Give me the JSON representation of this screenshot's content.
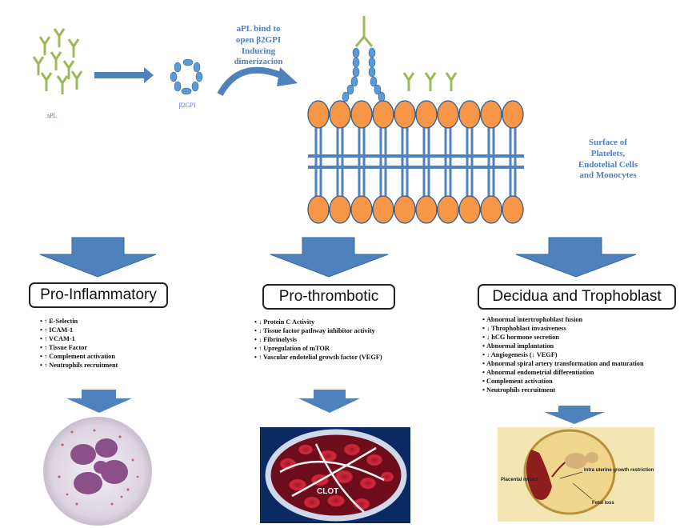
{
  "top": {
    "apl_label": "aPL",
    "b2gpi_label": "β2GPI",
    "bind_text": [
      "aPL bind to",
      "open β2GPI",
      "Inducing",
      "dimerizacion"
    ],
    "surface_text": [
      "Surface of",
      "Platelets,",
      "Endotelial Cells",
      "and Monocytes"
    ]
  },
  "panels": [
    {
      "title": "Pro-Inflammatory",
      "items": [
        "↑ E-Selectin",
        "↑ ICAM-1",
        "↑ VCAM-1",
        "↑ Tissue Factor",
        "↑ Complement activation",
        "↑ Neutrophils recruitment"
      ]
    },
    {
      "title": "Pro-thrombotic",
      "items": [
        "↓ Protein C Activity",
        "↓ Tissue factor pathway inhibitor activity",
        "↓ Fibrinolysis",
        "↑ Upregulation of mTOR",
        "↑ Vascular endotelial growth factor (VEGF)"
      ],
      "image_label": "CLOT"
    },
    {
      "title": "Decidua and Trophoblast",
      "items": [
        "Abnormal intertrophoblast fusion",
        "↓ Throphoblast invasiveness",
        "↓ hCG hormone secretion",
        "Abnormal implantation",
        "↓ Angiogenesis (↓ VEGF)",
        "Abnormal spiral artery transformation and maturation",
        "Abnormal endometrial differentiation",
        "Complement activation",
        "Neutrophils recruitment"
      ],
      "image_labels": [
        "Intra uterine growth restriction",
        "Placental infarct",
        "Fetal loss"
      ]
    }
  ],
  "colors": {
    "antibody": "#9bbb59",
    "b2gpi": "#5b9bd5",
    "lipid_head": "#f79646",
    "lipid_tail": "#4f81bd",
    "arrow": "#4f81bd",
    "text_blue": "#4f7fc0"
  }
}
